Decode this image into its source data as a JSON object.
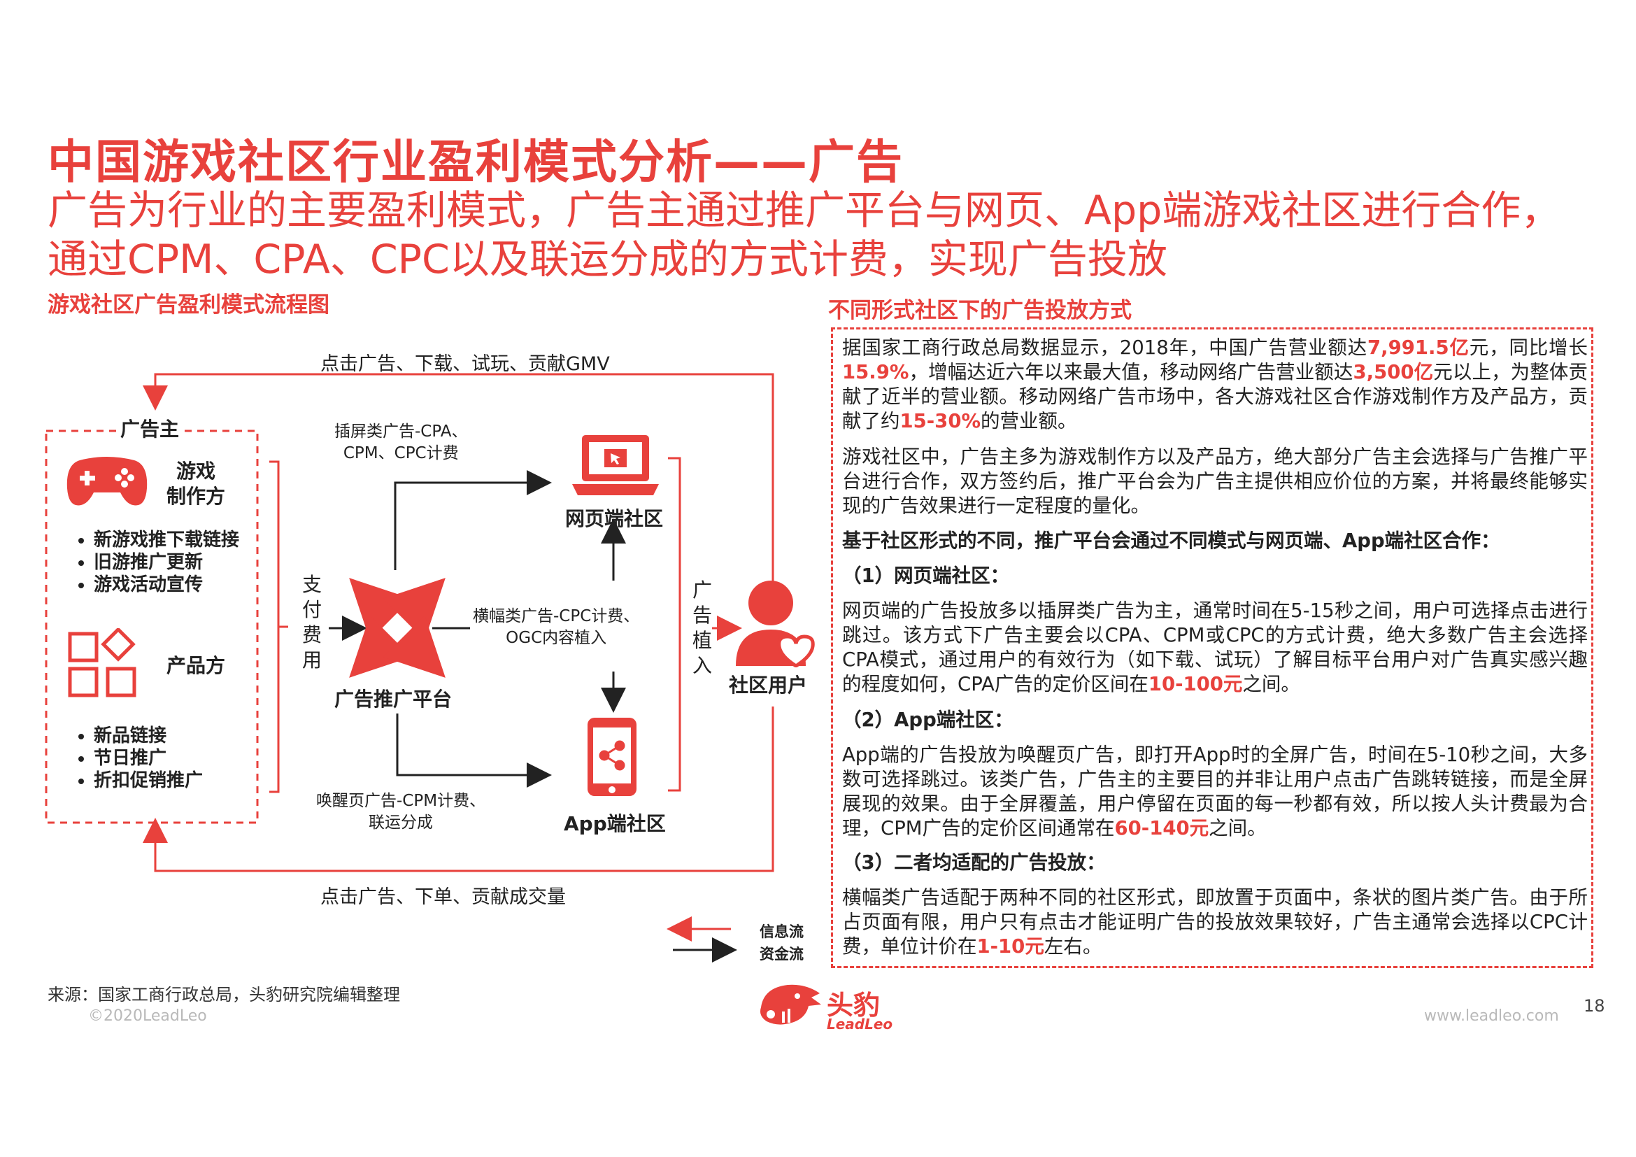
{
  "header": {
    "title": "中国游戏社区行业盈利模式分析——广告",
    "subtitle": "广告为行业的主要盈利模式，广告主通过推广平台与网页、App端游戏社区进行合作，通过CPM、CPA、CPC以及联运分成的方式计费，实现广告投放"
  },
  "left": {
    "heading": "游戏社区广告盈利模式流程图",
    "top_flow": "点击广告、下载、试玩、贡献GMV",
    "bottom_flow": "点击广告、下单、贡献成交量",
    "advertiser_label": "广告主",
    "game_maker": "游戏\n制作方",
    "game_bullets": [
      "新游戏推下载链接",
      "旧游推广更新",
      "游戏活动宣传"
    ],
    "product_maker": "产品方",
    "product_bullets": [
      "新品链接",
      "节日推广",
      "折扣促销推广"
    ],
    "payment": "支付费用",
    "platform": "广告推广平台",
    "web_community": "网页端社区",
    "app_community": "App端社区",
    "user": "社区用户",
    "ad_in": "广告植入",
    "interstitial": "插屏类广告-CPA、\nCPM、CPC计费",
    "banner": "横幅类广告-CPC计费、\nOGC内容植入",
    "wakeup": "唤醒页广告-CPM计费、\n联运分成",
    "legend_info": "信息流",
    "legend_money": "资金流",
    "colors": {
      "accent": "#e8413c",
      "text": "#222222"
    }
  },
  "right": {
    "heading": "不同形式社区下的广告投放方式",
    "p1": [
      "据国家工商行政总局数据显示，2018年，中国广告营业额达",
      "7,991.5亿",
      "元，同比增长",
      "15.9%",
      "，增幅达近六年以来最大值，移动网络广告营业额达",
      "3,500亿",
      "元以上，为整体贡献了近半的营业额。移动网络广告市场中，各大游戏社区合作游戏制作方及产品方，贡献了约",
      "15-30%",
      "的营业额。"
    ],
    "p2": "游戏社区中，广告主多为游戏制作方以及产品方，绝大部分广告主会选择与广告推广平台进行合作，双方签约后，推广平台会为广告主提供相应价位的方案，并将最终能够实现的广告效果进行一定程度的量化。",
    "p3": "基于社区形式的不同，推广平台会通过不同模式与网页端、App端社区合作：",
    "h1": "（1）网页端社区：",
    "p4": [
      "网页端的广告投放多以插屏类广告为主，通常时间在5-15秒之间，用户可选择点击进行跳过。该方式下广告主要会以CPA、CPM或CPC的方式计费，绝大多数广告主会选择CPA模式，通过用户的有效行为（如下载、试玩）了解目标平台用户对广告真实感兴趣的程度如何，CPA广告的定价区间在",
      "10-100元",
      "之间。"
    ],
    "h2": "（2）App端社区：",
    "p5": [
      "App端的广告投放为唤醒页广告，即打开App时的全屏广告，时间在5-10秒之间，大多数可选择跳过。该类广告，广告主的主要目的并非让用户点击广告跳转链接，而是全屏展现的效果。由于全屏覆盖，用户停留在页面的每一秒都有效，所以按人头计费最为合理，CPM广告的定价区间通常在",
      "60-140元",
      "之间。"
    ],
    "h3": "（3）二者均适配的广告投放：",
    "p6": [
      "横幅类广告适配于两种不同的社区形式，即放置于页面中，条状的图片类广告。由于所占页面有限，用户只有点击才能证明广告的投放效果较好，广告主通常会选择以CPC计费，单位计价在",
      "1-10元",
      "左右。"
    ]
  },
  "footer": {
    "source": "来源：国家工商行政总局，头豹研究院编辑整理",
    "copyright": "©2020LeadLeo",
    "logo_cn": "头豹",
    "logo_en": "LeadLeo",
    "website": "www.leadleo.com",
    "page": "18"
  }
}
